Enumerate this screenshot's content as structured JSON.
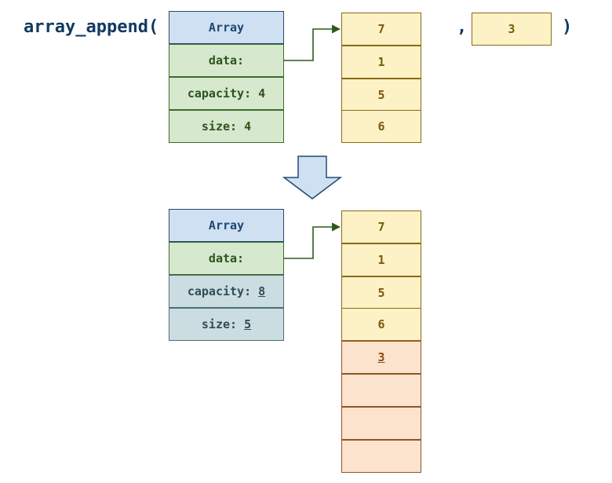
{
  "call": {
    "function_name": "array_append(",
    "comma": ",",
    "close_paren": ")",
    "argument_value": "3"
  },
  "before": {
    "struct": {
      "header": "Array",
      "data_label": "data:",
      "capacity_label": "capacity:",
      "capacity_value": "4",
      "size_label": "size:",
      "size_value": "4"
    },
    "buffer": [
      "7",
      "1",
      "5",
      "6"
    ]
  },
  "after": {
    "struct": {
      "header": "Array",
      "data_label": "data:",
      "capacity_label": "capacity:",
      "capacity_value": "8",
      "size_label": "size:",
      "size_value": "5"
    },
    "buffer_existing": [
      "7",
      "1",
      "5",
      "6"
    ],
    "buffer_appended": "3",
    "buffer_empty_slots": 3
  },
  "colors": {
    "header_fill": "#cfe0f2",
    "field_fill": "#d6e8cd",
    "changed_field_fill": "#ccdde2",
    "buffer_fill": "#fdf1c6",
    "new_buffer_fill": "#fbe3cd",
    "arrow_fill": "#cfe0f2",
    "pointer_color": "#2f5a1c"
  }
}
